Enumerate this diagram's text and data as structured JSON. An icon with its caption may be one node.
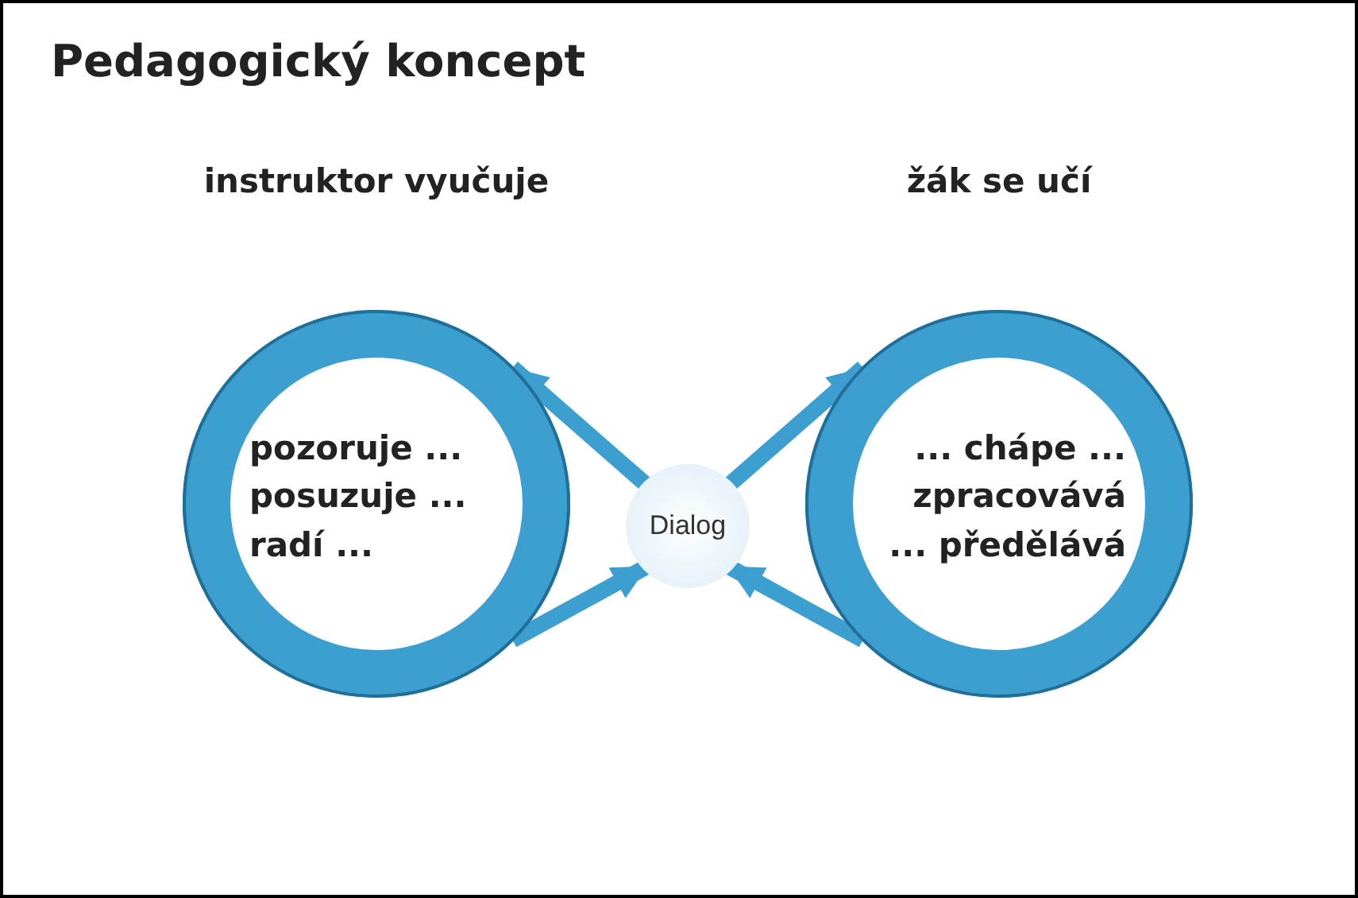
{
  "diagram": {
    "title": "Pedagogický koncept",
    "nodes": [
      {
        "text": [
          "instruktor vyučuje",
          "pozoruje ... posuzuje ... radí ..."
        ]
      },
      {
        "text": [
          "Dialog"
        ]
      },
      {
        "text": [
          "žák se učí",
          "... chápe ... zpracovává ... předělává"
        ]
      }
    ],
    "edges": [
      {
        "from": 0,
        "to": 1,
        "arrow": "to"
      },
      {
        "from": 1,
        "to": 2,
        "arrow": "to"
      },
      {
        "from": 2,
        "to": 1,
        "arrow": "to"
      },
      {
        "from": 1,
        "to": 0,
        "arrow": "to"
      }
    ]
  }
}
